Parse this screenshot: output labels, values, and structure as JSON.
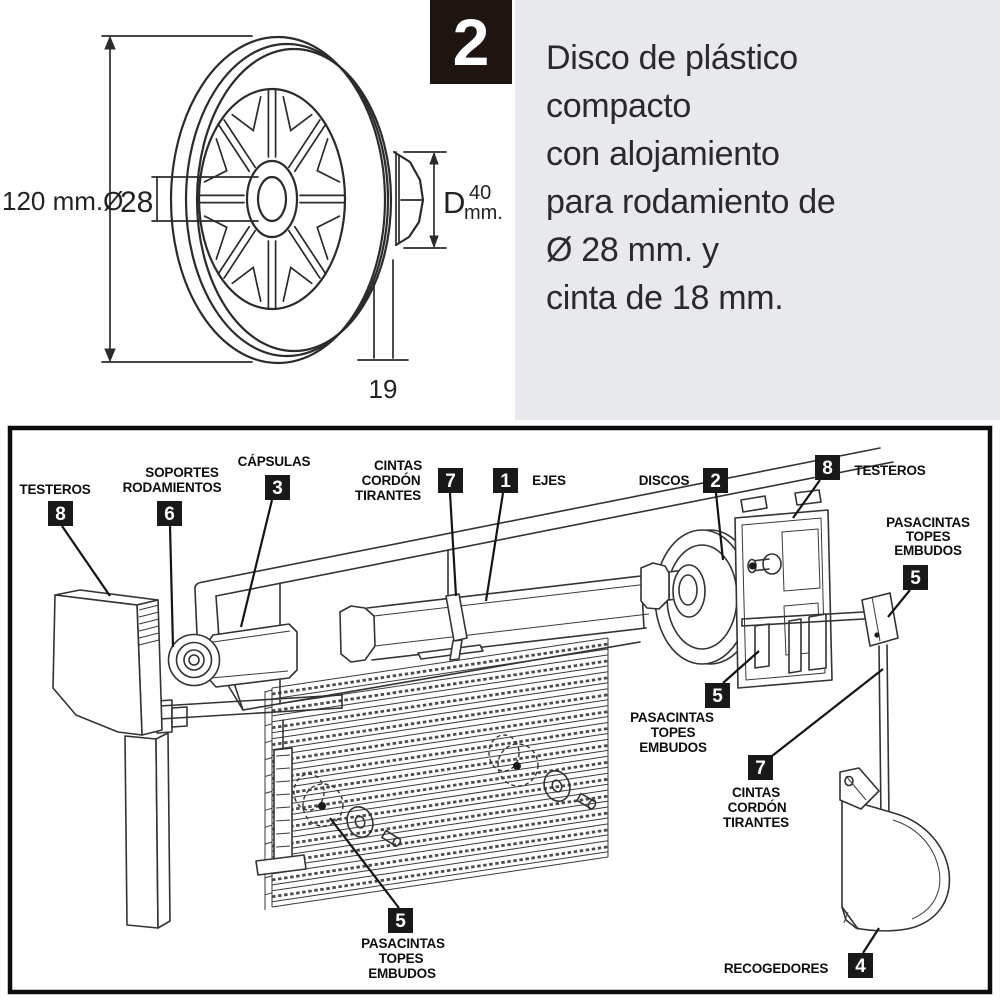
{
  "top": {
    "badge": "2",
    "description_lines": [
      "Disco de plástico",
      "compacto",
      "con alojamiento",
      "para rodamiento de",
      "Ø 28 mm. y",
      "cinta de 18 mm."
    ],
    "dims": {
      "diameter": "120 mm.Ø",
      "bore": "28",
      "d_letter": "D",
      "d_value": "40",
      "d_unit": "mm.",
      "rim": "19"
    }
  },
  "colors": {
    "panel_bg": "#e7e9ec",
    "badge_bg": "#1e1410",
    "badge_fg": "#ffffff",
    "line": "#333333"
  },
  "diagram": {
    "badges": {
      "n1": "1",
      "n2": "2",
      "n3": "3",
      "n4": "4",
      "n5": "5",
      "n6": "6",
      "n7": "7",
      "n8": "8"
    },
    "labels": {
      "testeros": "TESTEROS",
      "soportes1": "SOPORTES",
      "soportes2": "RODAMIENTOS",
      "capsulas": "CÁPSULAS",
      "cintas1": "CINTAS",
      "cintas2": "CORDÓN",
      "cintas3": "TIRANTES",
      "ejes": "EJES",
      "discos": "DISCOS",
      "pasa1": "PASACINTAS",
      "pasa2": "TOPES",
      "pasa3": "EMBUDOS",
      "recogedores": "RECOGEDORES"
    }
  }
}
